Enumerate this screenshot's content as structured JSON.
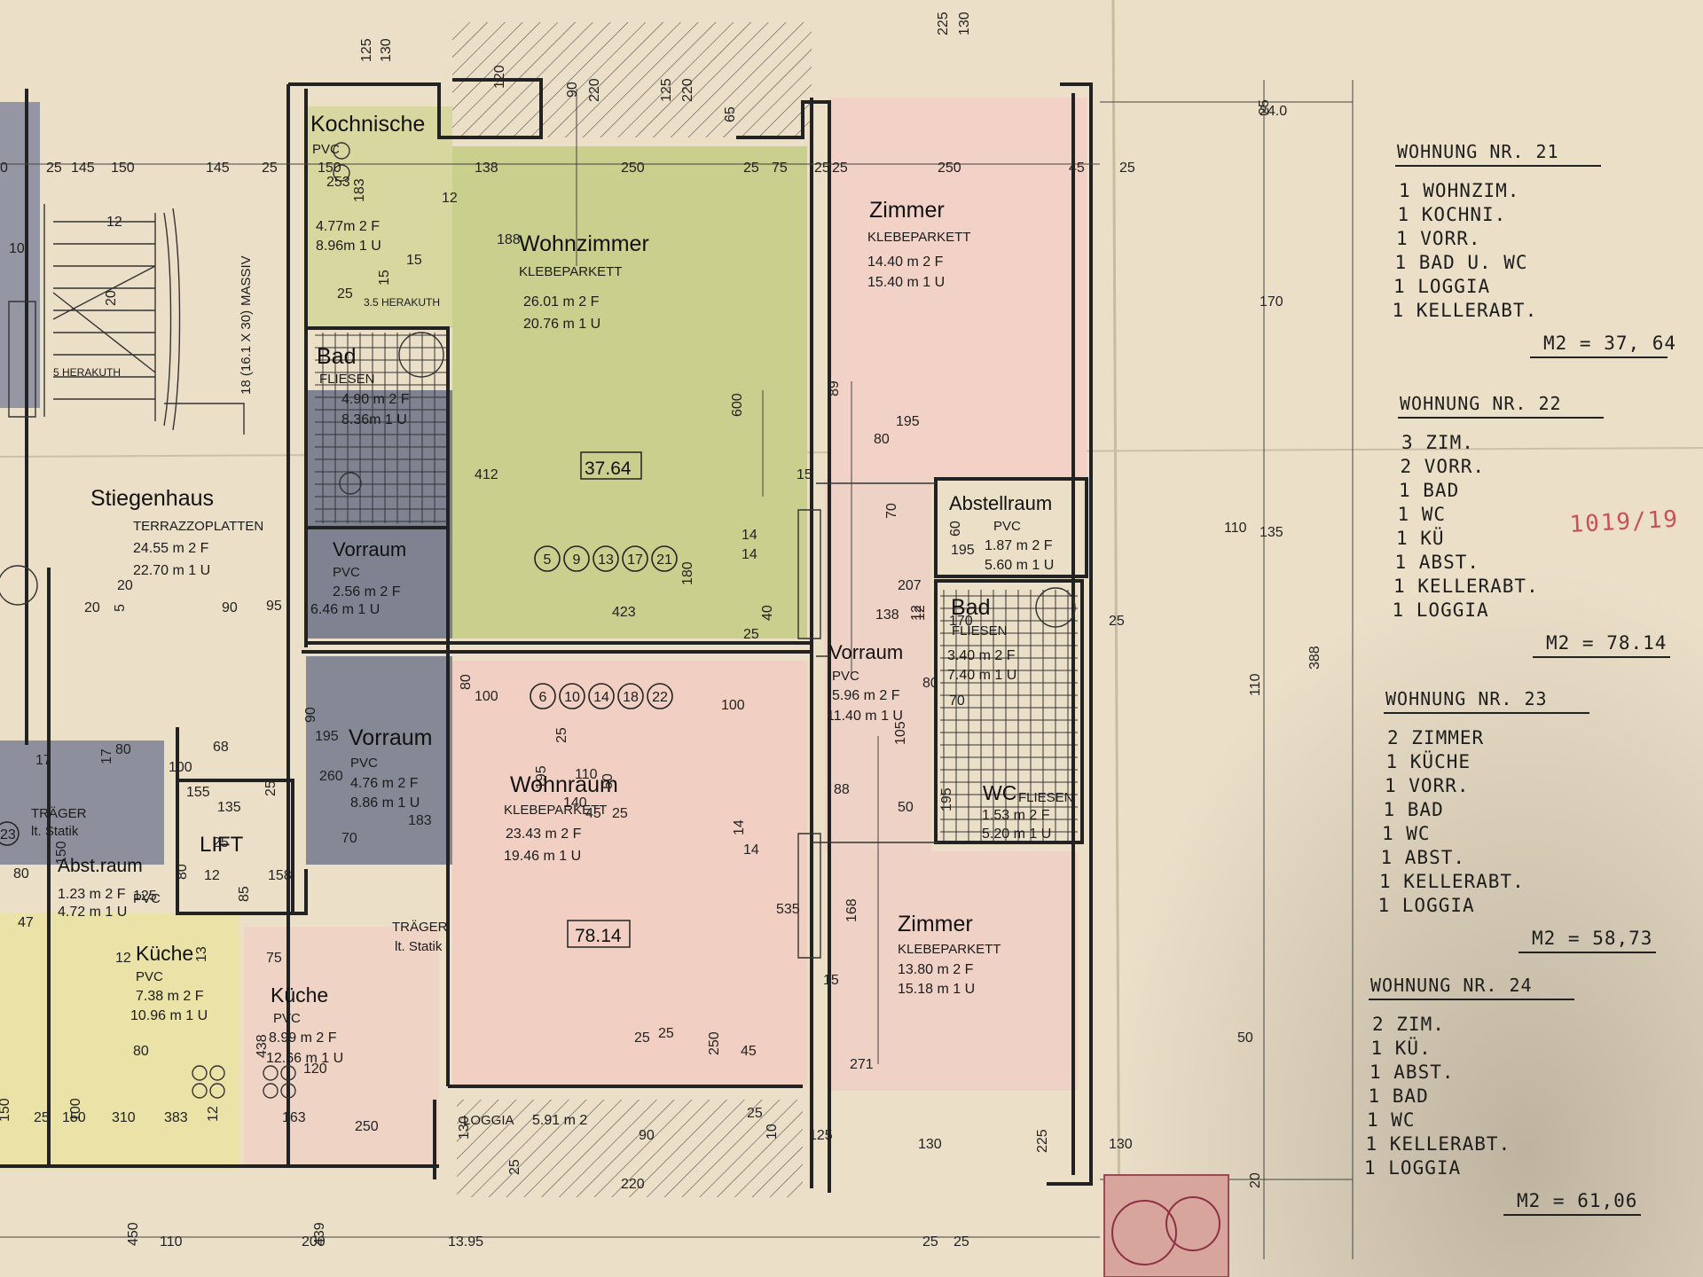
{
  "rooms": {
    "kochnische": {
      "name": "Kochnische",
      "floor": "PVC",
      "area": "4.77m 2 F",
      "perim": "8.96m 1 U"
    },
    "bad21": {
      "name": "Bad",
      "floor": "FLIESEN",
      "area": "4.90 m 2 F",
      "perim": "8.36m 1 U"
    },
    "wohnzimmer": {
      "name": "Wohnzimmer",
      "floor": "KLEBEPARKETT",
      "area": "26.01 m 2 F",
      "perim": "20.76 m 1 U"
    },
    "zimmer_top": {
      "name": "Zimmer",
      "floor": "KLEBEPARKETT",
      "area": "14.40 m 2 F",
      "perim": "15.40 m 1 U"
    },
    "stiegenhaus": {
      "name": "Stiegenhaus",
      "floor": "TERRAZZOPLATTEN",
      "area": "24.55 m 2 F",
      "perim": "22.70 m 1 U"
    },
    "vorraum21": {
      "name": "Vorraum",
      "floor": "PVC",
      "area": "2.56 m 2 F",
      "perim": "6.46 m 1 U"
    },
    "abstellraum": {
      "name": "Abstellraum",
      "floor": "PVC",
      "area": "1.87 m 2 F",
      "perim": "5.60 m 1 U"
    },
    "bad22": {
      "name": "Bad",
      "floor": "FLIESEN",
      "area": "3.40 m 2 F",
      "perim": "7.40 m 1 U"
    },
    "vorraum22": {
      "name": "Vorraum",
      "floor": "PVC",
      "area": "5.96 m 2 F",
      "perim": "11.40 m 1 U"
    },
    "wc": {
      "name": "WC",
      "floor": "FLIESEN",
      "area": "1.53 m 2 F",
      "perim": "5.20 m 1 U"
    },
    "vorraum_left": {
      "name": "Vorraum",
      "floor": "PVC",
      "area": "4.76 m 2 F",
      "perim": "8.86 m 1 U"
    },
    "wohnraum": {
      "name": "Wohnraum",
      "floor": "KLEBEPARKETT",
      "area": "23.43 m 2 F",
      "perim": "19.46 m 1 U"
    },
    "zimmer_bottom": {
      "name": "Zimmer",
      "floor": "KLEBEPARKETT",
      "area": "13.80 m 2 F",
      "perim": "15.18 m 1 U"
    },
    "kueche1": {
      "name": "Küche",
      "floor": "PVC",
      "area": "7.38 m 2 F",
      "perim": "10.96 m 1 U"
    },
    "kueche2": {
      "name": "Küche",
      "floor": "PVC",
      "area": "8.99 m 2 F",
      "perim": "12.66 m 1 U"
    },
    "abstraum": {
      "name": "Abst.raum",
      "floor": "PVC",
      "area": "1.23 m 2 F",
      "perim": "4.72 m 1 U"
    },
    "lift": {
      "name": "LIFT"
    },
    "loggia": {
      "name": "LOGGIA",
      "area": "5.91 m 2"
    },
    "traeger1": {
      "name": "TRÄGER",
      "note": "lt. Statik"
    },
    "traeger2": {
      "name": "TRÄGER",
      "note": "lt. Statik"
    }
  },
  "annotations": {
    "total21": "37.64",
    "total22": "78.14",
    "unit_circles_top": [
      "5",
      "9",
      "13",
      "17",
      "21"
    ],
    "unit_circles_bottom": [
      "6",
      "10",
      "14",
      "18",
      "22"
    ],
    "stair_note": "18 (16.1 X 30)",
    "stair_material": "MASSIV",
    "herakuth_1": "5 HERAKUTH",
    "herakuth_2": "3.5 HERAKUTH",
    "circle_23": "23",
    "stamp_number": "1019/19"
  },
  "dims": {
    "top": [
      "125",
      "130",
      "120",
      "90",
      "220",
      "125",
      "220",
      "65",
      "225",
      "130",
      "25"
    ],
    "row1": [
      "0",
      "25",
      "145",
      "150",
      "145",
      "25",
      "150",
      "138",
      "250",
      "25",
      "75",
      "25",
      "25",
      "250",
      "45",
      "25"
    ],
    "misc": [
      "253",
      "183",
      "12",
      "15",
      "15",
      "25",
      "188",
      "600",
      "412",
      "423",
      "180",
      "14",
      "14",
      "40",
      "25",
      "15",
      "89",
      "80",
      "195",
      "70",
      "207",
      "138",
      "12",
      "170",
      "25",
      "60",
      "195",
      "110",
      "195",
      "80",
      "70",
      "12",
      "183",
      "260",
      "90",
      "195",
      "70",
      "80",
      "100",
      "100",
      "105",
      "88",
      "50",
      "168",
      "271",
      "535",
      "14",
      "14",
      "15",
      "50",
      "45",
      "25",
      "25",
      "110",
      "140",
      "195",
      "68",
      "17",
      "17",
      "100",
      "155",
      "25",
      "135",
      "25",
      "80",
      "12",
      "158",
      "85",
      "80",
      "80",
      "150",
      "47",
      "12",
      "13",
      "75",
      "80",
      "150",
      "25",
      "150",
      "100",
      "310",
      "383",
      "12",
      "163",
      "250",
      "438",
      "120",
      "125",
      "130",
      "90",
      "220",
      "25",
      "25",
      "25",
      "250",
      "45",
      "25",
      "10",
      "125",
      "130",
      "225",
      "130",
      "13.95",
      "450",
      "110",
      "200",
      "439",
      "25",
      "25",
      "388",
      "170",
      "135",
      "110",
      "50",
      "24.0",
      "20",
      "20",
      "20",
      "5",
      "90",
      "95",
      "20",
      "12",
      "10"
    ]
  },
  "summary": [
    {
      "title": "WOHNUNG NR. 21",
      "items": [
        "1 WOHNZIM.",
        "1 KOCHNI.",
        "1 VORR.",
        "1 BAD U. WC",
        "1 LOGGIA",
        "1 KELLERABT."
      ],
      "m2": "M2 = 37, 64"
    },
    {
      "title": "WOHNUNG NR. 22",
      "items": [
        "3 ZIM.",
        "2 VORR.",
        "1 BAD",
        "1 WC",
        "1 KÜ",
        "1 ABST.",
        "1 KELLERABT.",
        "1 LOGGIA"
      ],
      "m2": "M2 = 78.14"
    },
    {
      "title": "WOHNUNG NR. 23",
      "items": [
        "2 ZIMMER",
        "1 KÜCHE",
        "1 VORR.",
        "1 BAD",
        "1 WC",
        "1 ABST.",
        "1 KELLERABT.",
        "1 LOGGIA"
      ],
      "m2": "M2 = 58,73"
    },
    {
      "title": "WOHNUNG NR. 24",
      "items": [
        "2 ZIM.",
        "1 KÜ.",
        "1 ABST.",
        "1 BAD",
        "1 WC",
        "1 KELLERABT.",
        "1 LOGGIA"
      ],
      "m2": "M2 = 61,06"
    }
  ],
  "colors": {
    "paper": "#e9dcc4",
    "green": "#cfd49a",
    "pink": "#f0cfc0",
    "grey": "#8a8c96",
    "yellow": "#ece6a8",
    "red_stamp": "#c8505a"
  }
}
